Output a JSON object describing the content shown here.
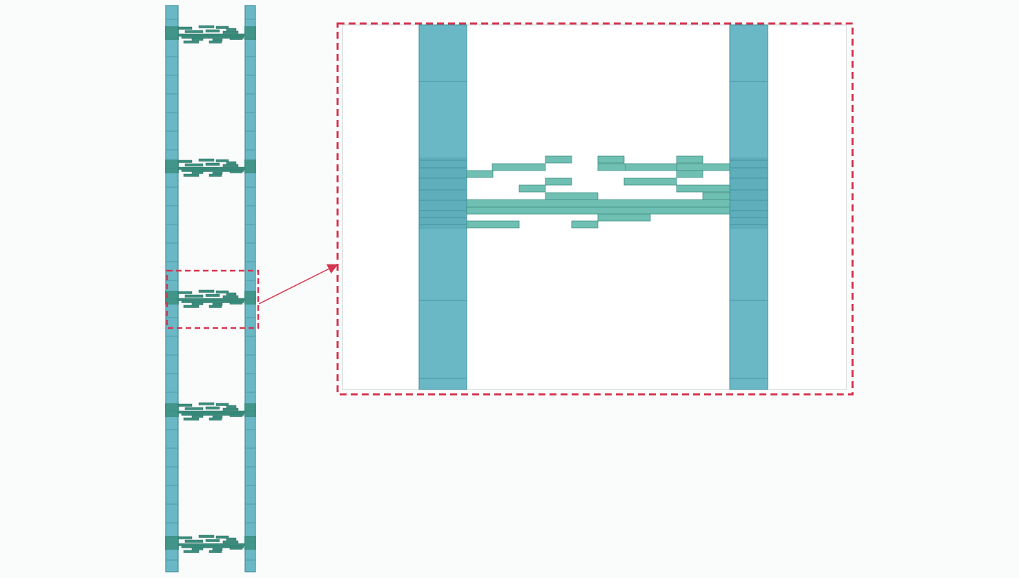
{
  "figure": {
    "tower_count": 2,
    "cross_connection_levels": 5,
    "zoom_target_level": 3
  },
  "colors": {
    "background": "#fafbfb",
    "column_fill": "#6ab8c6",
    "column_stroke": "#3f8f9c",
    "column_segment_line": "#4a9aa8",
    "beam_fill": "#6fbfb2",
    "beam_stroke": "#3f8f84",
    "dense_beam_fill": "#3a8e7e",
    "highlight": "#d6344e"
  },
  "icons": {
    "callout_arrow": "arrow-icon"
  }
}
